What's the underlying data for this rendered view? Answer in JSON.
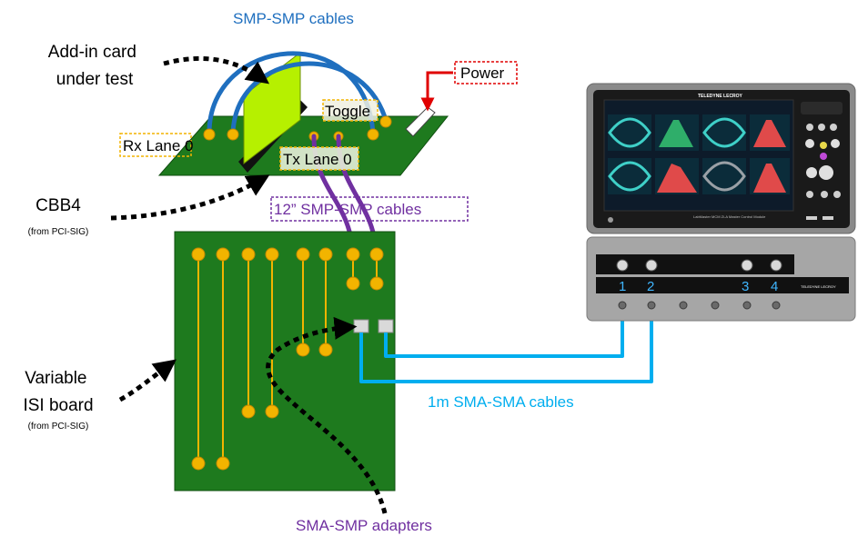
{
  "labels": {
    "smp_cables_top": "SMP-SMP cables",
    "addin_card": [
      "Add-in card",
      "under test"
    ],
    "power": "Power",
    "toggle": "Toggle",
    "rx_lane": "Rx Lane 0",
    "tx_lane": "Tx Lane 0",
    "cbb4": "CBB4",
    "cbb4_source": "(from PCI-SIG)",
    "smp_cables_12": "12” SMP-SMP cables",
    "variable_isi": [
      "Variable",
      "ISI board"
    ],
    "isi_source": "(from PCI-SIG)",
    "sma_cables": "1m SMA-SMA cables",
    "sma_smp_adapters": "SMA-SMP adapters"
  },
  "scope": {
    "brand": "TELEDYNE LECROY",
    "module_label": "LabMaster MCM Zi-A Master Control Module",
    "channels": [
      "1",
      "2",
      "3",
      "4"
    ],
    "front_brand": "TELEDYNE LECROY"
  },
  "colors": {
    "board_green": "#1e7a1e",
    "pad_gold": "#f2b400",
    "smp_blue": "#1f6fbf",
    "smp_purple": "#7030a0",
    "sma_cyan": "#00aeef",
    "power_red": "#e00000",
    "card_lime": "#b6f000"
  }
}
